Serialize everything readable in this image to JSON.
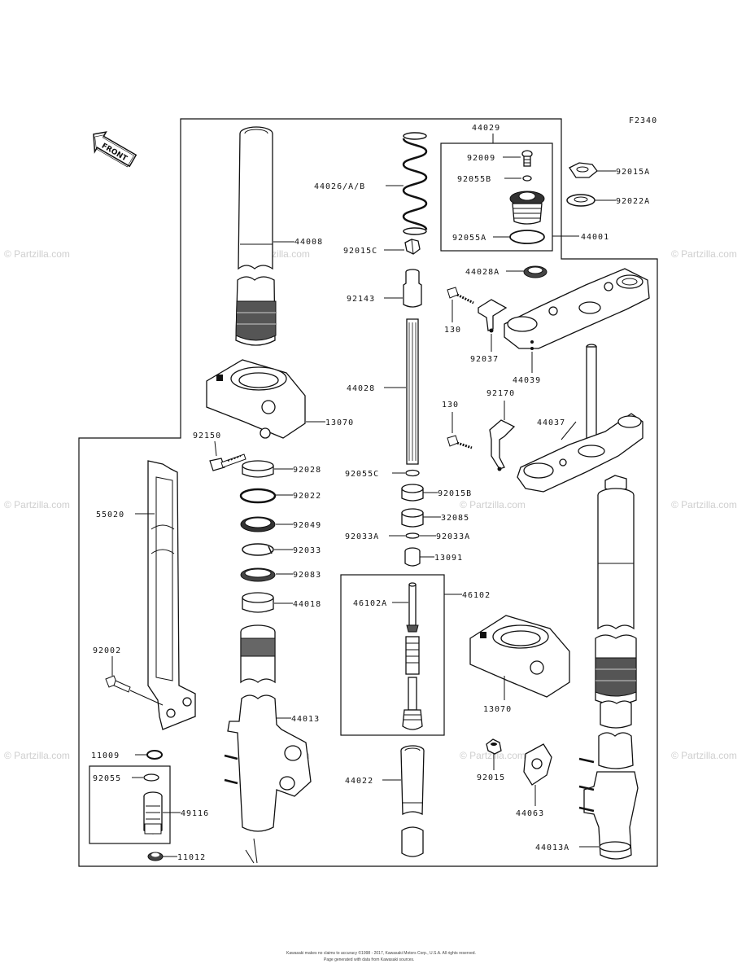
{
  "figure_id": "F2340",
  "front_label": "FRONT",
  "watermark": "© Partzilla.com",
  "copyright_line1": "Kawasaki makes no claims to accuracy ©1998 - 2017, Kawasaki Motors Corp., U.S.A. All rights reserved.",
  "copyright_line2": "Page generated with data from Kawasaki sources.",
  "labels": {
    "p44029": "44029",
    "p92009": "92009",
    "p92055B": "92055B",
    "p92055A": "92055A",
    "p44001": "44001",
    "p92015A": "92015A",
    "p92022A": "92022A",
    "p44026": "44026/A/B",
    "p44008": "44008",
    "p92015C": "92015C",
    "p44028A": "44028A",
    "p92143": "92143",
    "p130a": "130",
    "p92037": "92037",
    "p44039": "44039",
    "p44028": "44028",
    "p13070a": "13070",
    "p92150": "92150",
    "p130b": "130",
    "p92170": "92170",
    "p44037": "44037",
    "p92028": "92028",
    "p92055C": "92055C",
    "p92022": "92022",
    "p92015B": "92015B",
    "p55020": "55020",
    "p32085": "32085",
    "p92049": "92049",
    "p92033A_l": "92033A",
    "p92033A_r": "92033A",
    "p92033": "92033",
    "p13091": "13091",
    "p92083": "92083",
    "p46102": "46102",
    "p46102A": "46102A",
    "p44018": "44018",
    "p92002": "92002",
    "p13070b": "13070",
    "p44013": "44013",
    "p11009": "11009",
    "p92055": "92055",
    "p92015": "92015",
    "p49116": "49116",
    "p44022": "44022",
    "p44063": "44063",
    "p44013A": "44013A",
    "p11012": "11012"
  }
}
